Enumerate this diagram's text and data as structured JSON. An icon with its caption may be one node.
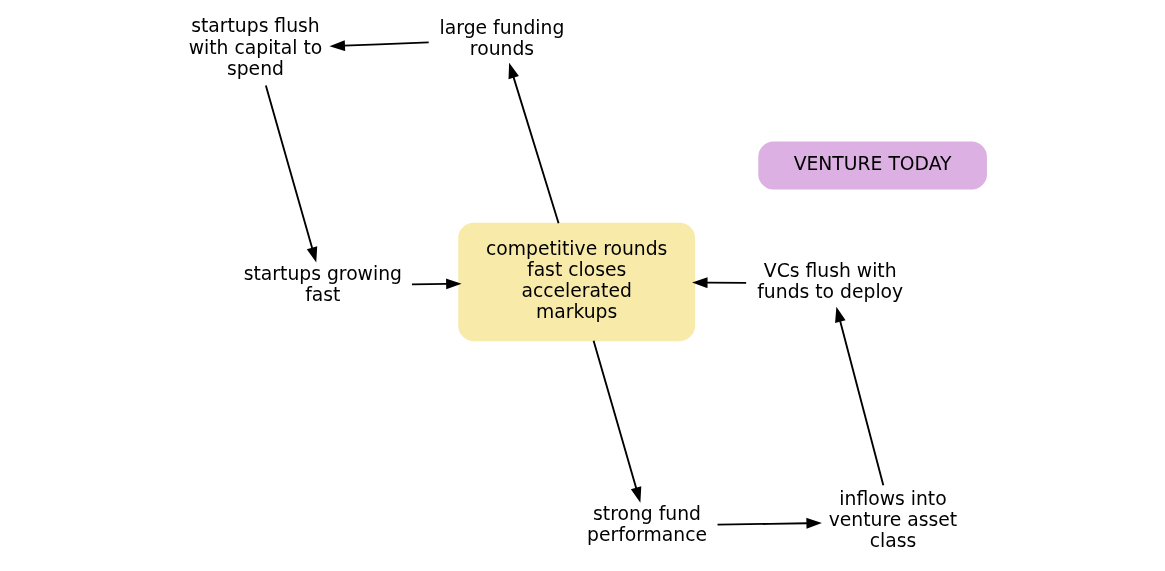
{
  "diagram": {
    "nodes": [
      {
        "text": [
          "competitive rounds fast closes accelerated markups"
        ]
      },
      {
        "text": [
          "strong fund performance"
        ]
      },
      {
        "text": [
          "inflows into venture asset class"
        ]
      },
      {
        "text": [
          "VCs flush with funds to deploy"
        ]
      },
      {
        "text": [
          "large funding rounds"
        ]
      },
      {
        "text": [
          "startups flush with capital to spend"
        ]
      },
      {
        "text": [
          "startups growing fast"
        ]
      },
      {
        "text": [
          "VENTURE TODAY"
        ]
      }
    ],
    "edges": [
      {
        "from": 0,
        "to": 1,
        "arrow": "to"
      },
      {
        "from": 1,
        "to": 2,
        "arrow": "to"
      },
      {
        "from": 2,
        "to": 3,
        "arrow": "to"
      },
      {
        "from": 3,
        "to": 0,
        "arrow": "to"
      },
      {
        "from": 0,
        "to": 4,
        "arrow": "to"
      },
      {
        "from": 4,
        "to": 5,
        "arrow": "to"
      },
      {
        "from": 5,
        "to": 6,
        "arrow": "to"
      },
      {
        "from": 6,
        "to": 0,
        "arrow": "to"
      }
    ]
  }
}
